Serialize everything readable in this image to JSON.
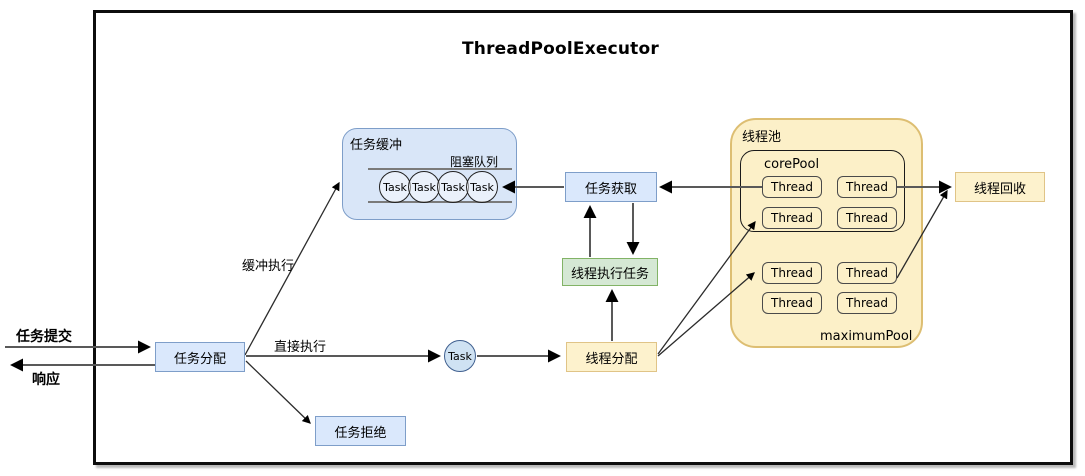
{
  "title": "ThreadPoolExecutor",
  "colors": {
    "blue_fill": "#dae8fc",
    "blue_stroke": "#7e9ec9",
    "green_fill": "#d5e8d4",
    "green_stroke": "#82b366",
    "yellow_fill": "#fdf2cd",
    "yellow_stroke": "#e0c487",
    "pool_fill": "#fcf0c8",
    "pool_stroke": "#ddbe72",
    "thread_stroke": "#4a4a4a",
    "wire_gray": "#595959",
    "wire_black": "#2b2b2b"
  },
  "io": {
    "submit_label": "任务提交",
    "response_label": "响应"
  },
  "edges": {
    "buffered_exec": "缓冲执行",
    "direct_exec": "直接执行"
  },
  "nodes": {
    "task_dispatch": "任务分配",
    "task_buffer": "任务缓冲",
    "blocking_queue": "阻塞队列",
    "queue_tasks": [
      "Task",
      "Task",
      "Task",
      "Task"
    ],
    "task_node": "Task",
    "task_fetch": "任务获取",
    "thread_exec": "线程执行任务",
    "thread_dispatch": "线程分配",
    "task_reject": "任务拒绝",
    "thread_pool": "线程池",
    "core_pool": "corePool",
    "maximum_pool": "maximumPool",
    "core_threads": [
      "Thread",
      "Thread",
      "Thread",
      "Thread"
    ],
    "max_threads": [
      "Thread",
      "Thread",
      "Thread",
      "Thread"
    ],
    "thread_recycle": "线程回收"
  }
}
